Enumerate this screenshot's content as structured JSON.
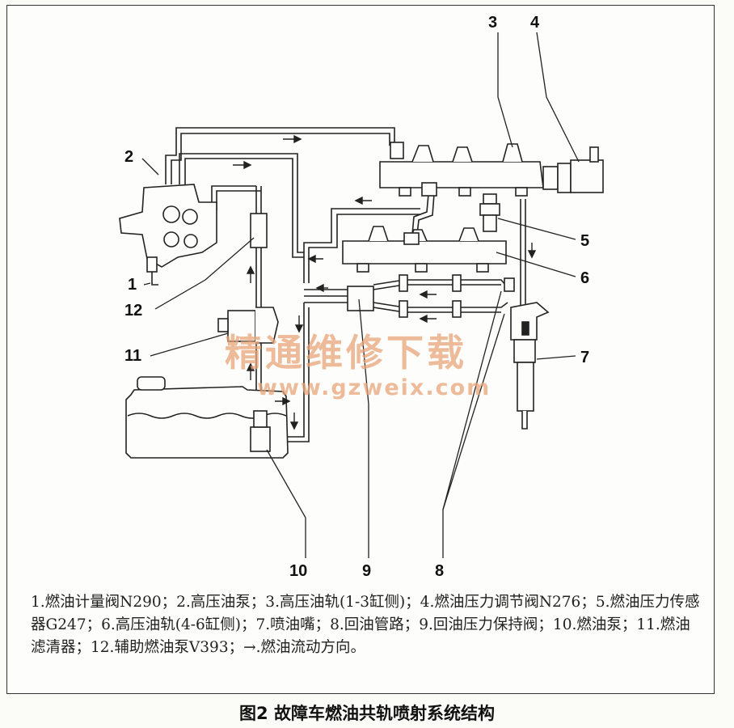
{
  "labels": {
    "n1": "1",
    "n2": "2",
    "n3": "3",
    "n4": "4",
    "n5": "5",
    "n6": "6",
    "n7": "7",
    "n8": "8",
    "n9": "9",
    "n10": "10",
    "n11": "11",
    "n12": "12"
  },
  "watermark": {
    "cn": "精通维修下载",
    "url": "www.gzweix.com"
  },
  "legend": "1.燃油计量阀N290；2.高压油泵；3.高压油轨(1-3缸侧)；4.燃油压力调节阀N276；5.燃油压力传感器G247；6.高压油轨(4-6缸侧)；7.喷油嘴；8.回油管路；9.回油压力保持阀；10.燃油泵；11.燃油滤清器；12.辅助燃油泵V393；→.燃油流动方向。",
  "caption": "图2 故障车燃油共轨喷射系统结构",
  "colors": {
    "line": "#222222",
    "watermark": "#e9a67a"
  }
}
